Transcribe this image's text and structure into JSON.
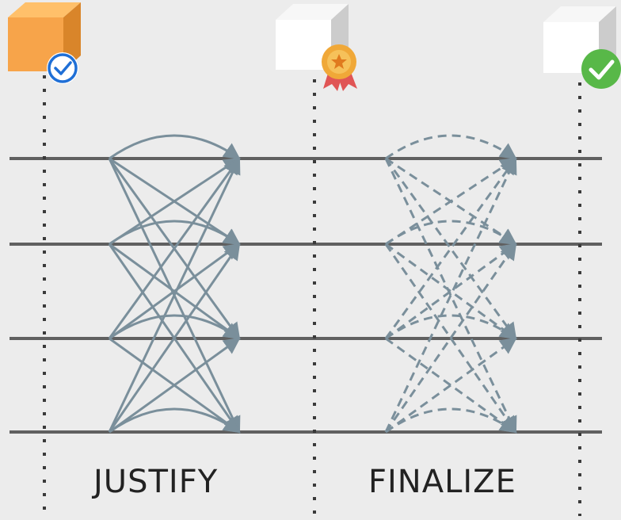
{
  "phases": [
    {
      "label": "JUSTIFY",
      "style": "solid"
    },
    {
      "label": "FINALIZE",
      "style": "dashed"
    }
  ],
  "blocks": [
    {
      "state": "justified",
      "color": "#f7a44a",
      "badge": "check-circle-blue"
    },
    {
      "state": "plain",
      "color": "#ffffff",
      "badge": "medal"
    },
    {
      "state": "plain",
      "color": "#ffffff",
      "badge": "check-circle-green"
    }
  ],
  "colors": {
    "background": "#ececec",
    "lane": "#606060",
    "arrow": "#7a8f9b",
    "dotted": "#3a3a3a",
    "badge_blue": "#1f6fd6",
    "badge_green": "#58b848",
    "medal_gold": "#f0a838",
    "ribbon": "#e05555"
  }
}
